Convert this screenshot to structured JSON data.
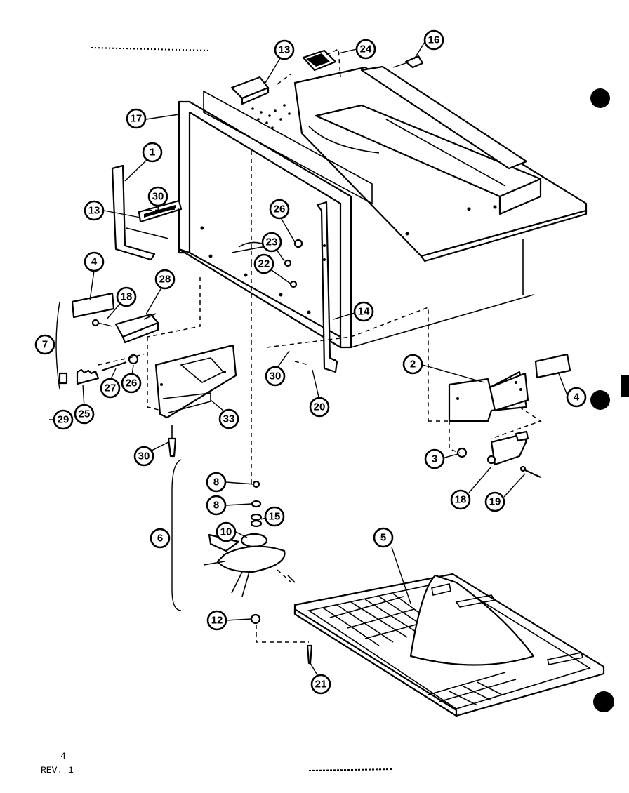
{
  "callouts": [
    {
      "id": "c1",
      "label": "1"
    },
    {
      "id": "c2",
      "label": "2"
    },
    {
      "id": "c3",
      "label": "3"
    },
    {
      "id": "c4a",
      "label": "4"
    },
    {
      "id": "c4b",
      "label": "4"
    },
    {
      "id": "c5",
      "label": "5"
    },
    {
      "id": "c6",
      "label": "6"
    },
    {
      "id": "c7",
      "label": "7"
    },
    {
      "id": "c8a",
      "label": "8"
    },
    {
      "id": "c8b",
      "label": "8"
    },
    {
      "id": "c10",
      "label": "10"
    },
    {
      "id": "c12",
      "label": "12"
    },
    {
      "id": "c13a",
      "label": "13"
    },
    {
      "id": "c13b",
      "label": "13"
    },
    {
      "id": "c14",
      "label": "14"
    },
    {
      "id": "c15",
      "label": "15"
    },
    {
      "id": "c16",
      "label": "16"
    },
    {
      "id": "c17",
      "label": "17"
    },
    {
      "id": "c18a",
      "label": "18"
    },
    {
      "id": "c18b",
      "label": "18"
    },
    {
      "id": "c19",
      "label": "19"
    },
    {
      "id": "c20",
      "label": "20"
    },
    {
      "id": "c21",
      "label": "21"
    },
    {
      "id": "c22",
      "label": "22"
    },
    {
      "id": "c23",
      "label": "23"
    },
    {
      "id": "c24",
      "label": "24"
    },
    {
      "id": "c25",
      "label": "25"
    },
    {
      "id": "c26a",
      "label": "26"
    },
    {
      "id": "c26b",
      "label": "26"
    },
    {
      "id": "c27",
      "label": "27"
    },
    {
      "id": "c28",
      "label": "28"
    },
    {
      "id": "c29",
      "label": "29"
    },
    {
      "id": "c30a",
      "label": "30"
    },
    {
      "id": "c30b",
      "label": "30"
    },
    {
      "id": "c30c",
      "label": "30"
    },
    {
      "id": "c33",
      "label": "33"
    }
  ],
  "footer": {
    "page_number": "4",
    "revision": "REV. 1"
  }
}
